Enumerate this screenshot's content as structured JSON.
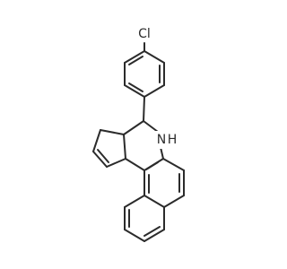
{
  "molecule": {
    "atom_labels": {
      "chlorine": "Cl",
      "nitrogen": "N",
      "nitrogen_hydrogen": "H"
    },
    "colors": {
      "bond": "#2b2b2b",
      "background": "#ffffff"
    }
  }
}
